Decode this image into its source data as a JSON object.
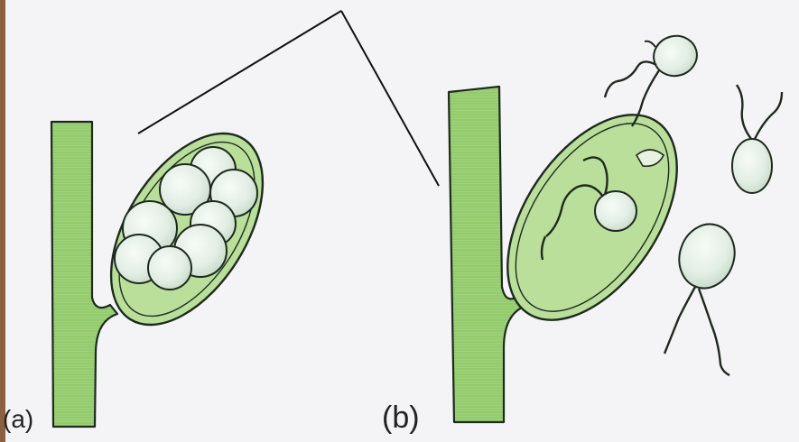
{
  "figure": {
    "panels": [
      {
        "id": "a",
        "label": "(a)"
      },
      {
        "id": "b",
        "label": "(b)"
      }
    ],
    "colors": {
      "background": "#f4f4f6",
      "hypha_fill": "#9fd27a",
      "hypha_stripe": "#8cc766",
      "sporangium_fill": "#b9df9b",
      "spore_fill": "#e3efe6",
      "outline": "#1e2a1e",
      "left_edge": "#8a6040"
    }
  }
}
